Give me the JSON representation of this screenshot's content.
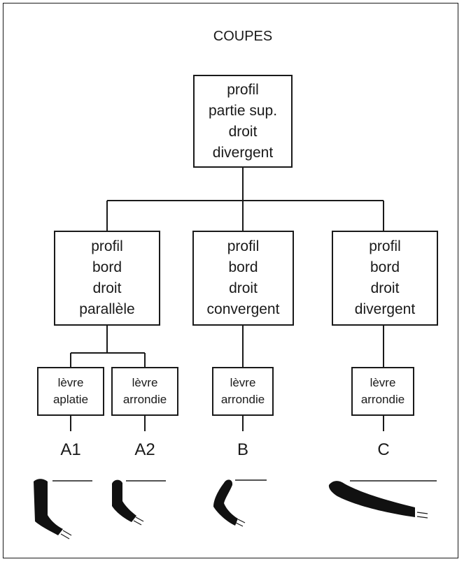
{
  "title": "COUPES",
  "root": {
    "lines": [
      "profil",
      "partie sup.",
      "droit",
      "divergent"
    ]
  },
  "branches": [
    {
      "lines": [
        "profil",
        "bord",
        "droit",
        "parallèle"
      ]
    },
    {
      "lines": [
        "profil",
        "bord",
        "droit",
        "convergent"
      ]
    },
    {
      "lines": [
        "profil",
        "bord",
        "droit",
        "divergent"
      ]
    }
  ],
  "leaves": [
    {
      "lines": [
        "lèvre",
        "aplatie"
      ],
      "code": "A1"
    },
    {
      "lines": [
        "lèvre",
        "arrondie"
      ],
      "code": "A2"
    },
    {
      "lines": [
        "lèvre",
        "arrondie"
      ],
      "code": "B"
    },
    {
      "lines": [
        "lèvre",
        "arrondie"
      ],
      "code": "C"
    }
  ],
  "colors": {
    "ink": "#1a1a1a",
    "background": "#ffffff"
  }
}
